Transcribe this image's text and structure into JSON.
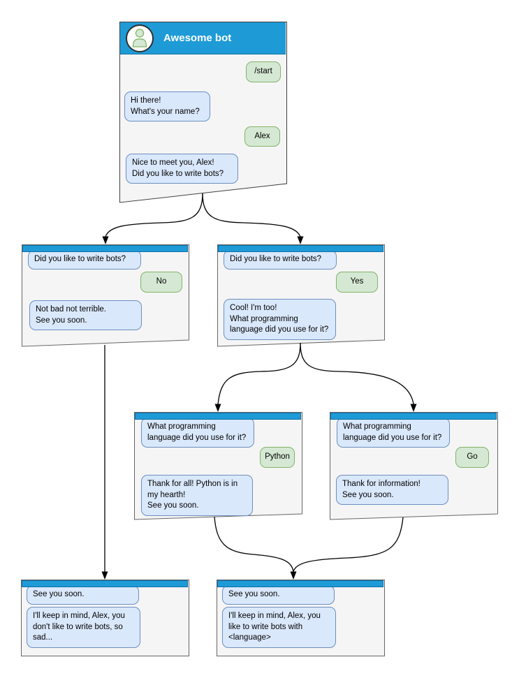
{
  "window": {
    "title": "Awesome bot",
    "avatar": "person-icon",
    "messages": {
      "start_command": "/start",
      "greeting": "Hi there!\nWhat's your name?",
      "user_name": "Alex",
      "nice_to_meet": "Nice to meet you, Alex!\nDid you like to write bots?"
    }
  },
  "states": {
    "no_branch": {
      "bot_question": "Did you like to write bots?",
      "user_answer": "No",
      "bot_reply": "Not bad not terrible.\nSee you soon."
    },
    "yes_branch": {
      "bot_question": "Did you like to write bots?",
      "user_answer": "Yes",
      "bot_reply": "Cool! I'm too!\nWhat programming\nlanguage did you use for it?"
    },
    "python_branch": {
      "bot_question": "What programming\nlanguage did you use for it?",
      "user_answer": "Python",
      "bot_reply": "Thank for all! Python is in\nmy hearth!\nSee you soon."
    },
    "go_branch": {
      "bot_question": "What programming\nlanguage did you use for it?",
      "user_answer": "Go",
      "bot_reply": "Thank for information!\nSee you soon."
    },
    "end_no": {
      "bot_question": "See you soon.",
      "bot_reply": "I'll keep in mind, Alex, you\ndon't like to write bots, so\nsad..."
    },
    "end_yes": {
      "bot_question": "See you soon.",
      "bot_reply": "I'll keep in mind, Alex, you\nlike to write bots with\n<language>"
    }
  },
  "colors": {
    "header_blue": "#1e9bd7",
    "header_blue_border": "#0c6da6",
    "bot_bubble_fill": "#dae8fc",
    "bot_bubble_border": "#6c8ebf",
    "user_bubble_fill": "#d5e8d4",
    "user_bubble_border": "#82b366",
    "node_fill": "#f5f5f5",
    "node_border": "#666666",
    "arrow": "#000000"
  }
}
